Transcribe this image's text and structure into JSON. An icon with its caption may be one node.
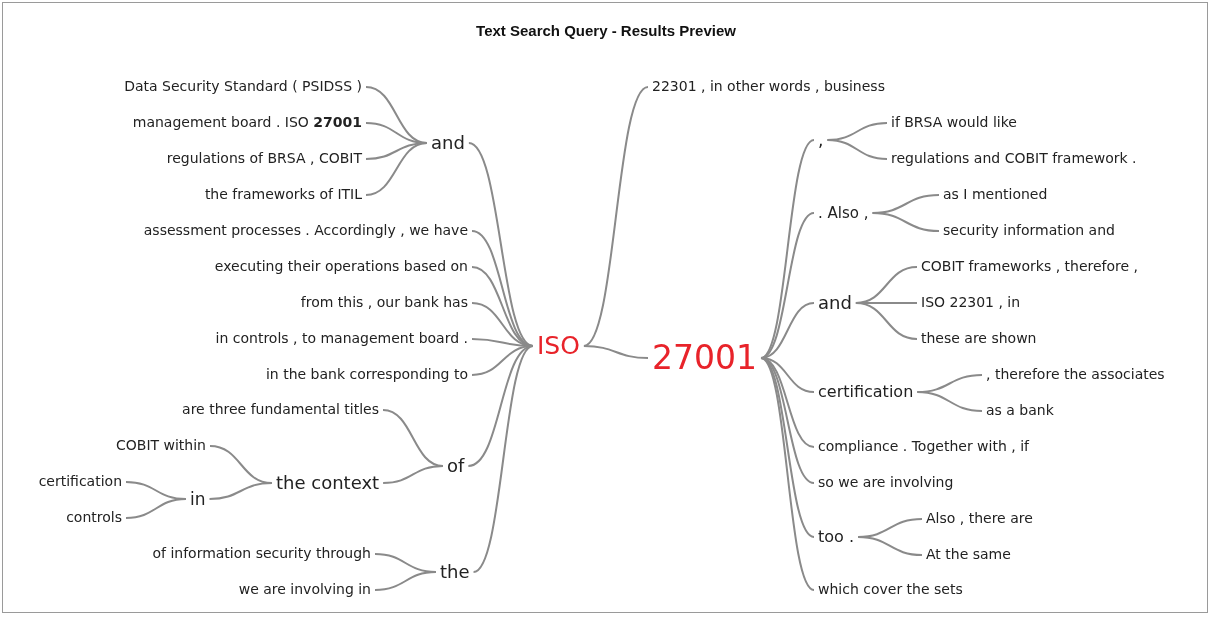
{
  "diagram": {
    "title": "Text Search Query - Results Preview",
    "nodes": [
      {
        "text": [
          "Data Security Standard ( PSIDSS )"
        ]
      },
      {
        "text": [
          "management board . ISO **27001**"
        ]
      },
      {
        "text": [
          "regulations of BRSA , COBIT"
        ]
      },
      {
        "text": [
          "the frameworks of ITIL"
        ]
      },
      {
        "text": [
          "and"
        ]
      },
      {
        "text": [
          "assessment processes . Accordingly , we have"
        ]
      },
      {
        "text": [
          "executing their operations based on"
        ]
      },
      {
        "text": [
          "from this , our bank has"
        ]
      },
      {
        "text": [
          "in controls , to management board ."
        ]
      },
      {
        "text": [
          "in the bank corresponding to"
        ]
      },
      {
        "text": [
          "are three fundamental titles"
        ]
      },
      {
        "text": [
          "COBIT within"
        ]
      },
      {
        "text": [
          "certification"
        ]
      },
      {
        "text": [
          "controls"
        ]
      },
      {
        "text": [
          "in"
        ]
      },
      {
        "text": [
          "the context"
        ]
      },
      {
        "text": [
          "of"
        ]
      },
      {
        "text": [
          "of information security through"
        ]
      },
      {
        "text": [
          "we are involving in"
        ]
      },
      {
        "text": [
          "the"
        ]
      },
      {
        "text": [
          "ISO"
        ]
      },
      {
        "text": [
          "27001"
        ]
      },
      {
        "text": [
          "22301 , in other words , business"
        ]
      },
      {
        "text": [
          ","
        ]
      },
      {
        "text": [
          "if BRSA would like"
        ]
      },
      {
        "text": [
          "regulations and COBIT framework ."
        ]
      },
      {
        "text": [
          ". Also ,"
        ]
      },
      {
        "text": [
          "as I mentioned"
        ]
      },
      {
        "text": [
          "security information and"
        ]
      },
      {
        "text": [
          "and"
        ]
      },
      {
        "text": [
          "COBIT frameworks , therefore ,"
        ]
      },
      {
        "text": [
          "ISO 22301 , in"
        ]
      },
      {
        "text": [
          "these are shown"
        ]
      },
      {
        "text": [
          "certification"
        ]
      },
      {
        "text": [
          ", therefore the associates"
        ]
      },
      {
        "text": [
          "as a bank"
        ]
      },
      {
        "text": [
          "compliance . Together with , if"
        ]
      },
      {
        "text": [
          "so we are involving"
        ]
      },
      {
        "text": [
          "too ."
        ]
      },
      {
        "text": [
          "Also , there are"
        ]
      },
      {
        "text": [
          "At the same"
        ]
      },
      {
        "text": [
          "which cover the sets"
        ]
      }
    ],
    "edges": [
      {
        "from": 0,
        "to": 4,
        "arrow": "none"
      },
      {
        "from": 1,
        "to": 4,
        "arrow": "none"
      },
      {
        "from": 2,
        "to": 4,
        "arrow": "none"
      },
      {
        "from": 3,
        "to": 4,
        "arrow": "none"
      },
      {
        "from": 4,
        "to": 20,
        "arrow": "none"
      },
      {
        "from": 5,
        "to": 20,
        "arrow": "none"
      },
      {
        "from": 6,
        "to": 20,
        "arrow": "none"
      },
      {
        "from": 7,
        "to": 20,
        "arrow": "none"
      },
      {
        "from": 8,
        "to": 20,
        "arrow": "none"
      },
      {
        "from": 9,
        "to": 20,
        "arrow": "none"
      },
      {
        "from": 10,
        "to": 16,
        "arrow": "none"
      },
      {
        "from": 11,
        "to": 15,
        "arrow": "none"
      },
      {
        "from": 12,
        "to": 14,
        "arrow": "none"
      },
      {
        "from": 13,
        "to": 14,
        "arrow": "none"
      },
      {
        "from": 14,
        "to": 15,
        "arrow": "none"
      },
      {
        "from": 15,
        "to": 16,
        "arrow": "none"
      },
      {
        "from": 16,
        "to": 20,
        "arrow": "none"
      },
      {
        "from": 17,
        "to": 19,
        "arrow": "none"
      },
      {
        "from": 18,
        "to": 19,
        "arrow": "none"
      },
      {
        "from": 19,
        "to": 20,
        "arrow": "none"
      },
      {
        "from": 20,
        "to": 22,
        "arrow": "none"
      },
      {
        "from": 20,
        "to": 21,
        "arrow": "none"
      },
      {
        "from": 21,
        "to": 23,
        "arrow": "none"
      },
      {
        "from": 23,
        "to": 24,
        "arrow": "none"
      },
      {
        "from": 23,
        "to": 25,
        "arrow": "none"
      },
      {
        "from": 21,
        "to": 26,
        "arrow": "none"
      },
      {
        "from": 26,
        "to": 27,
        "arrow": "none"
      },
      {
        "from": 26,
        "to": 28,
        "arrow": "none"
      },
      {
        "from": 21,
        "to": 29,
        "arrow": "none"
      },
      {
        "from": 29,
        "to": 30,
        "arrow": "none"
      },
      {
        "from": 29,
        "to": 31,
        "arrow": "none"
      },
      {
        "from": 29,
        "to": 32,
        "arrow": "none"
      },
      {
        "from": 21,
        "to": 33,
        "arrow": "none"
      },
      {
        "from": 33,
        "to": 34,
        "arrow": "none"
      },
      {
        "from": 33,
        "to": 35,
        "arrow": "none"
      },
      {
        "from": 21,
        "to": 36,
        "arrow": "none"
      },
      {
        "from": 21,
        "to": 37,
        "arrow": "none"
      },
      {
        "from": 21,
        "to": 38,
        "arrow": "none"
      },
      {
        "from": 38,
        "to": 39,
        "arrow": "none"
      },
      {
        "from": 38,
        "to": 40,
        "arrow": "none"
      },
      {
        "from": 21,
        "to": 41,
        "arrow": "none"
      }
    ]
  }
}
